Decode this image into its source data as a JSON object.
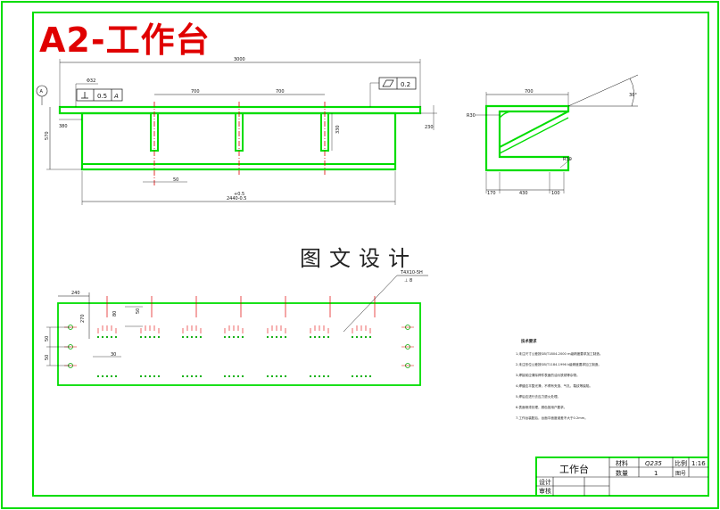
{
  "title": "A2-工作台",
  "watermark": "图文设计",
  "front_view": {
    "datum": "A",
    "perpendicularity": {
      "tolerance": "0.5",
      "datum": "A"
    },
    "flatness": "0.2",
    "dims": {
      "overall_length": "3000",
      "rib_spacing_1": "700",
      "rib_spacing_2": "700",
      "left_diameter": "Φ32",
      "height": "570",
      "left_offset": "380",
      "right_end": "230",
      "slot_depth": "330",
      "slot_width": "50",
      "bottom_tol_upper": "+0.5",
      "bottom_length": "2440-0.5"
    }
  },
  "side_view": {
    "dims": {
      "top_length": "700",
      "angle": "30°",
      "left_r": "R30",
      "right_r": "R30",
      "bottom_left": "170",
      "bottom_mid": "430",
      "bottom_right": "100"
    }
  },
  "plan_view": {
    "dims": {
      "left_offset": "240",
      "depth_a": "270",
      "depth_b": "80",
      "depth_c": "50",
      "hole_gap_1": "50",
      "hole_gap_2": "50",
      "hole_offset": "30"
    },
    "hole_callout": {
      "line1": "T4X10-5H",
      "line2": "⊥ 8"
    }
  },
  "tech_notes": {
    "heading": "技术要求",
    "items": [
      "1.未注尺寸公差按GB/T1804-2000 m级精度要求加工制造。",
      "2.未注形位公差按GB/T1184-1996 k级精度要求加工制造。",
      "3.焊接前应清除焊件表面的油污铁锈等杂物。",
      "4.焊缝应平整光滑，不得有夹渣、气孔、裂纹等缺陷。",
      "5.焊后应进行去应力退火处理。",
      "6.表面喷漆处理，颜色按用户要求。",
      "7.工作台装配后，台面平面度误差不大于0.2mm。"
    ]
  },
  "title_block": {
    "part_name": "工作台",
    "material_label": "材料",
    "material": "Q235",
    "scale_label": "比例",
    "scale": "1:16",
    "qty_label": "数量",
    "qty": "1",
    "sheet_label": "图号",
    "design_label": "设计",
    "review_label": "审核"
  },
  "colors": {
    "outline": "#00dd00",
    "centerline": "#e00000",
    "dimension": "#111111",
    "frame": "#00dd00"
  }
}
